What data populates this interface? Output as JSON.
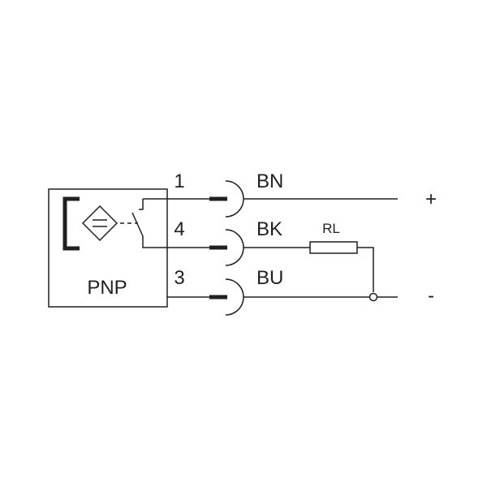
{
  "sensor": {
    "type_label": "PNP"
  },
  "pins": [
    {
      "number": "1",
      "wire_color": "BN",
      "polarity": "+"
    },
    {
      "number": "4",
      "wire_color": "BK"
    },
    {
      "number": "3",
      "wire_color": "BU",
      "polarity": "-"
    }
  ],
  "load": {
    "label": "RL"
  }
}
